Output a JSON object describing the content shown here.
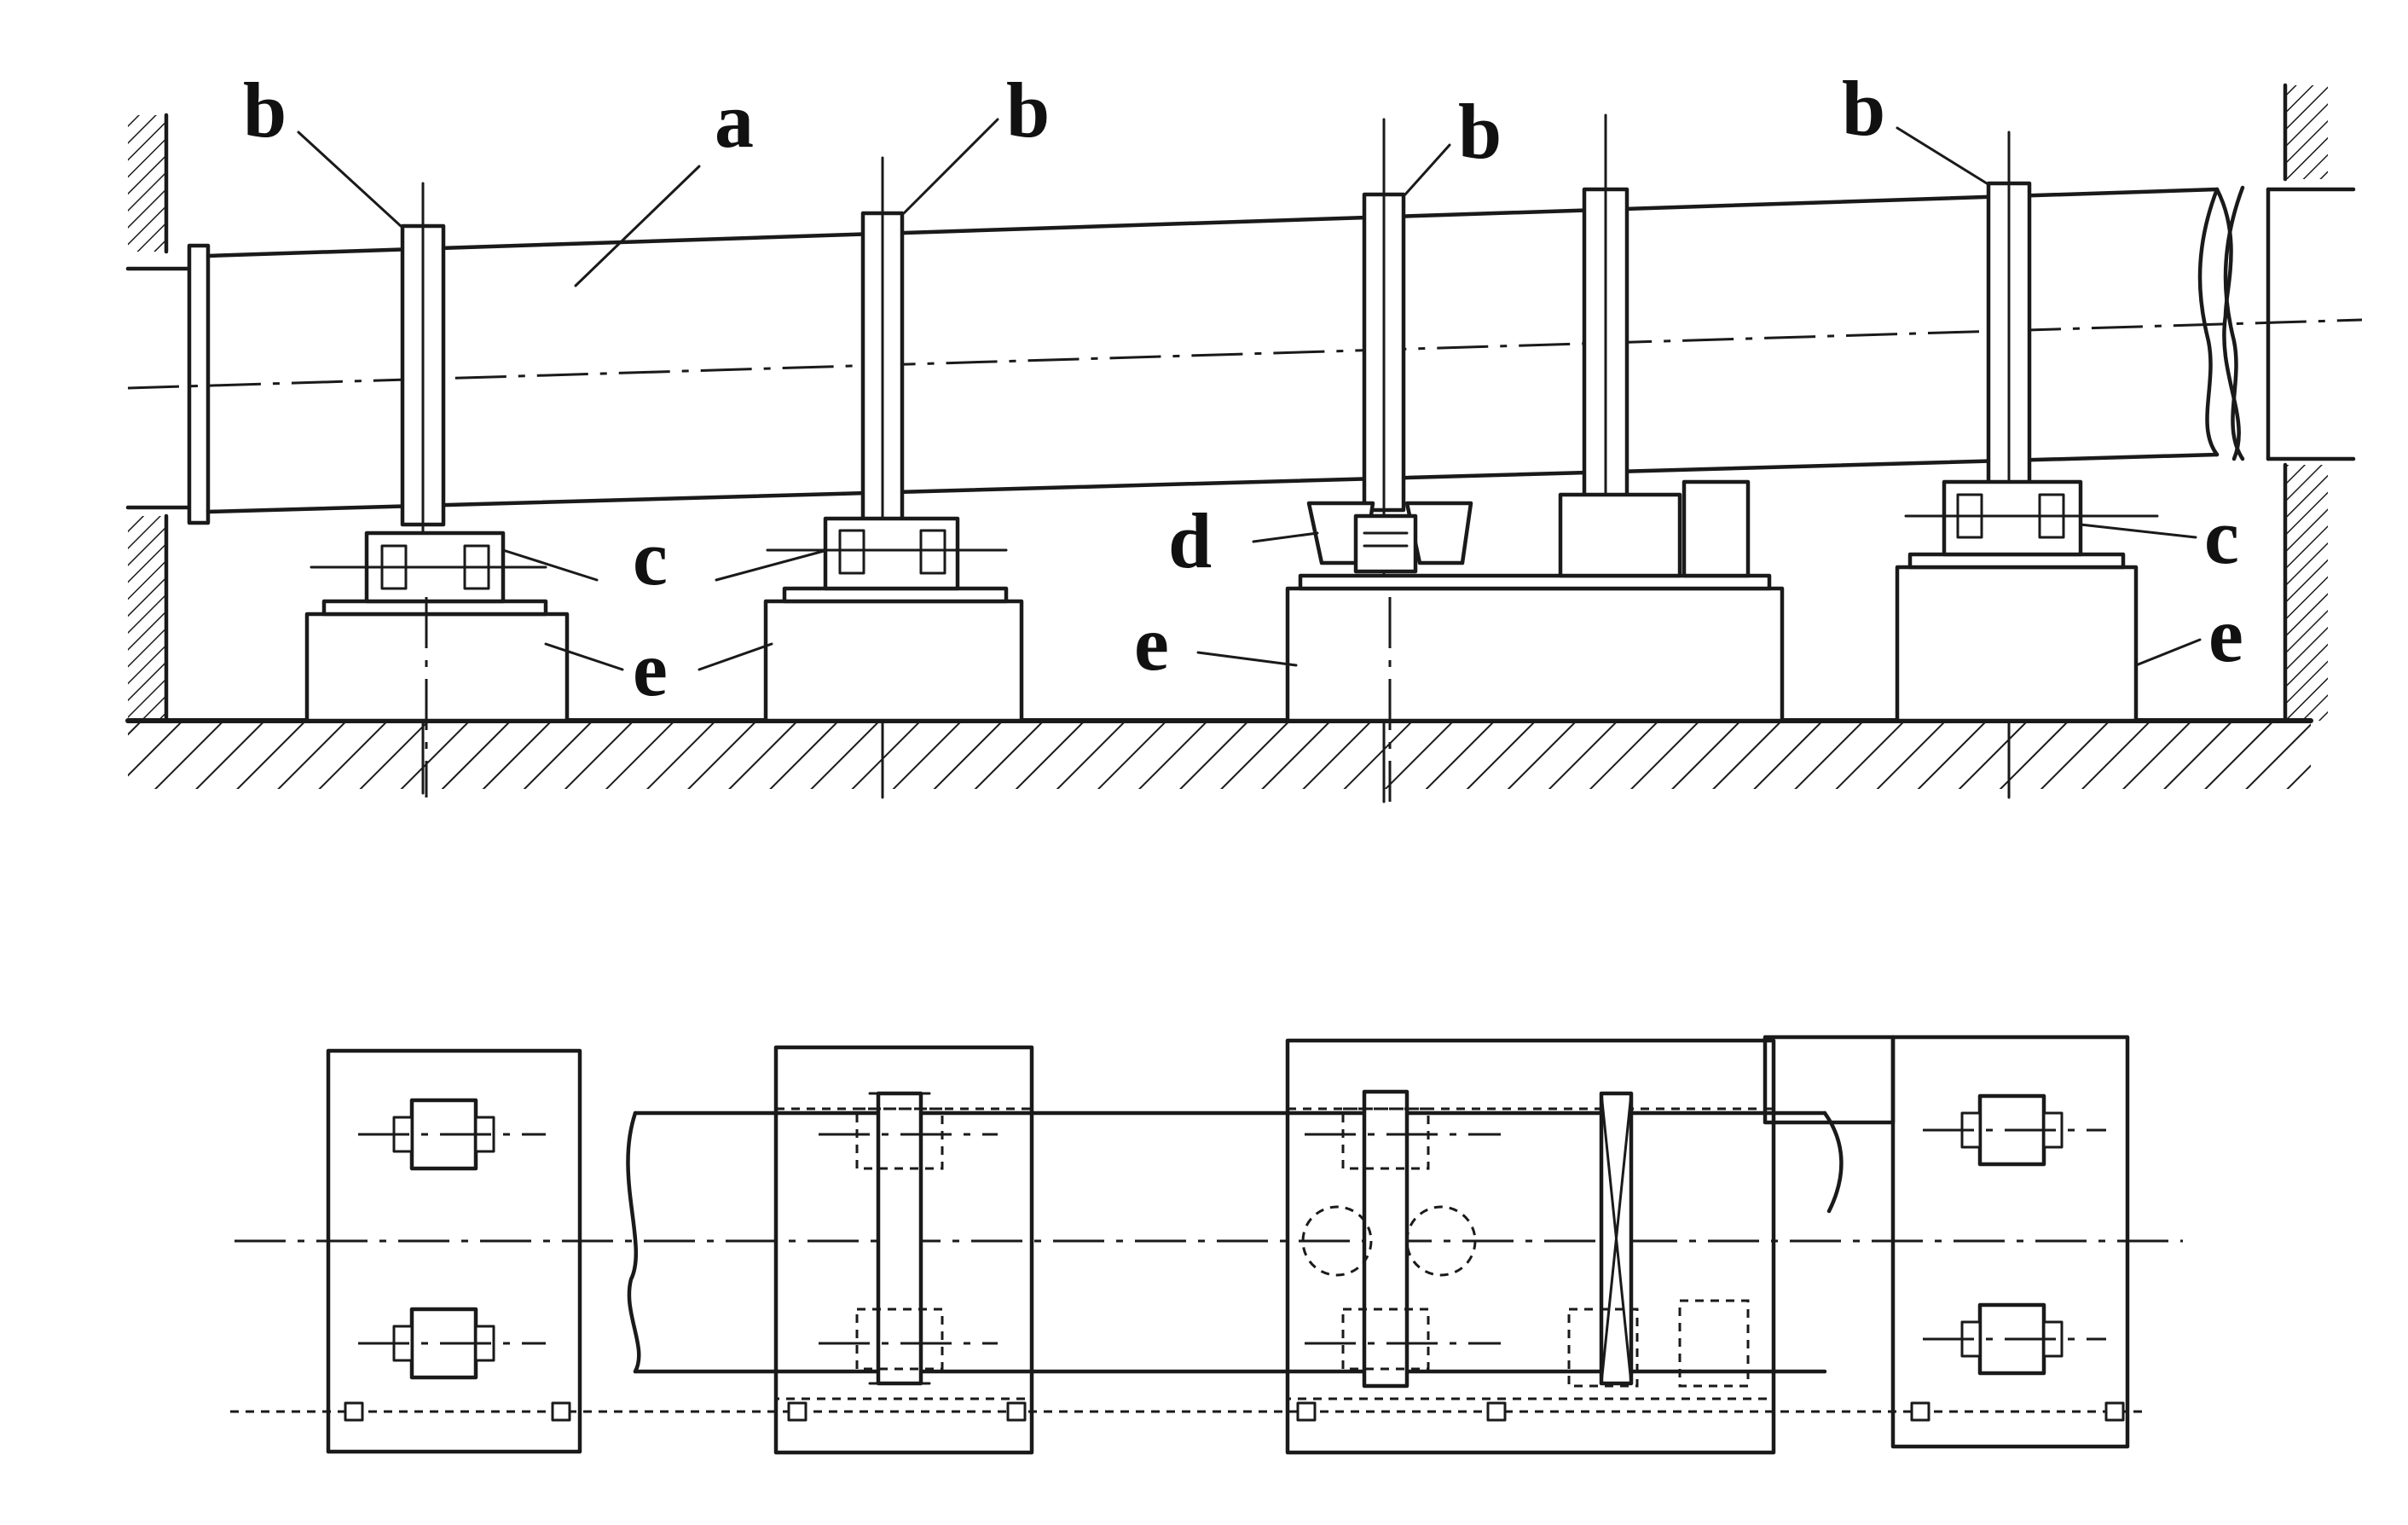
{
  "labels": {
    "a": "a",
    "b": "b",
    "c": "c",
    "d": "d",
    "e": "e"
  },
  "colors": {
    "line": "#1a1a1a",
    "background": "#ffffff"
  }
}
